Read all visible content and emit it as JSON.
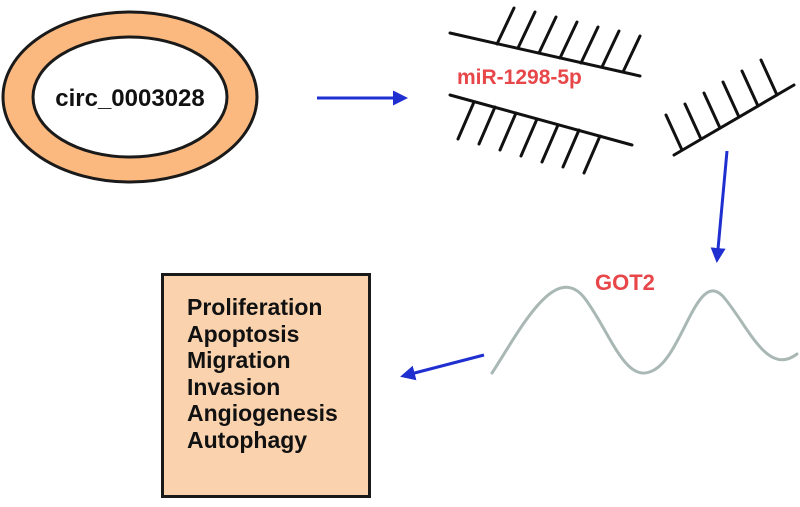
{
  "circrna": {
    "label": "circ_0003028",
    "ring_color": "#fbb97f",
    "stroke_color": "#1a1a1a"
  },
  "mirna": {
    "label": "miR-1298-5p",
    "label_color": "#e8474a"
  },
  "gene": {
    "label": "GOT2",
    "label_color": "#e8474a",
    "wave_color": "#a9b8b5"
  },
  "outcomes": {
    "items": [
      "Proliferation",
      "Apoptosis",
      "Migration",
      "Invasion",
      "Angiogenesis",
      "Autophagy"
    ],
    "fill_color": "#fad3ae",
    "border_color": "#1a1a1a"
  },
  "arrow_color": "#1f2fd0"
}
